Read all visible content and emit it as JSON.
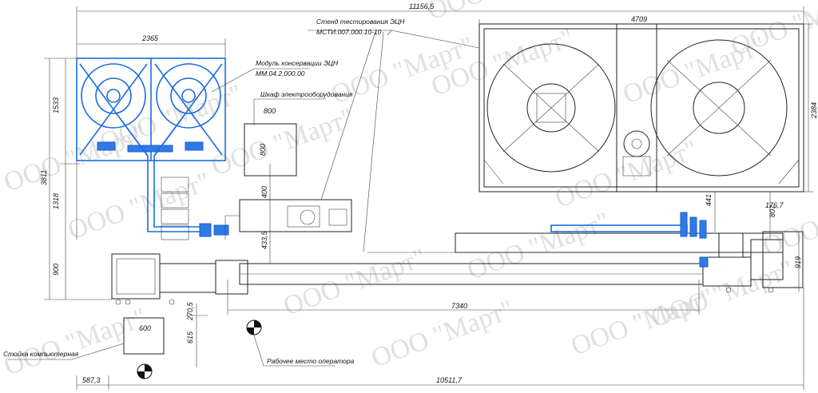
{
  "colors": {
    "highlight": "#1a6de0",
    "line": "#222222",
    "watermark": "#c8c8c8"
  },
  "dimensions": {
    "overall_width": "11156,5",
    "module_width": "2365",
    "stand_width": "4709",
    "cabinet_width": "800",
    "cabinet_height": "800",
    "module_height": "1533",
    "left_total": "3811",
    "left_mid": "1318",
    "left_bottom": "900",
    "stand_height": "2384",
    "stand_offset": "807",
    "right_offset": "176,7",
    "gap_441": "441",
    "v400": "400",
    "v4335": "433,5",
    "track_length": "7340",
    "right_end": "919",
    "console_width": "600",
    "v2705": "270,5",
    "v615": "615",
    "bottom_left": "587,3",
    "bottom_total": "10511,7"
  },
  "labels": {
    "stand_name": "Стенд тестирования ЭЦН",
    "stand_code": "МСТИ.007.000.10-10",
    "module_name": "Модуль консервации ЭЦН",
    "module_code": "ММ.04.2.000.00",
    "cabinet": "Шкаф электрооборудования",
    "console": "Стойка компьютерная",
    "operator": "Рабочее место оператора"
  },
  "watermark": "ООО \"Март\""
}
